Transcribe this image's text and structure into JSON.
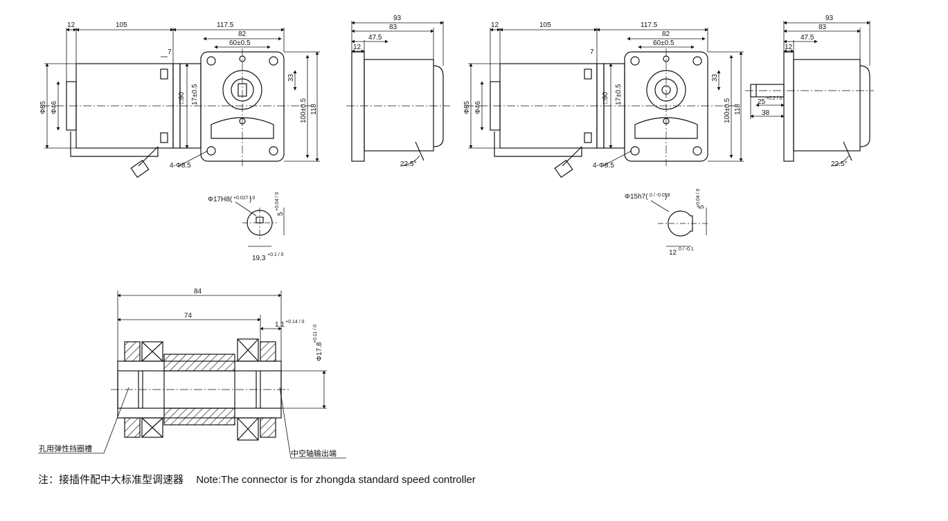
{
  "views": {
    "hollow_front": {
      "d12": "12",
      "d105": "105",
      "d117_5": "117.5",
      "d82": "82",
      "d60": "60±0.5",
      "d7": "7",
      "d90": "□90",
      "d17": "17±0.5",
      "d33": "33",
      "d100": "100±0.5",
      "d118": "118",
      "phi85": "Φ85",
      "phi46": "Φ46",
      "holes": "4-Φ8.5"
    },
    "hollow_side": {
      "d93": "93",
      "d83": "83",
      "d47_5": "47.5",
      "d12": "12",
      "angle": "22.5°"
    },
    "solid_front": {
      "d12": "12",
      "d105": "105",
      "d117_5": "117.5",
      "d82": "82",
      "d60": "60±0.5",
      "d7": "7",
      "d90": "□90",
      "d17": "17±0.5",
      "d33": "33",
      "d100": "100±0.5",
      "d118": "118",
      "phi85": "Φ85",
      "phi46": "Φ46",
      "holes": "4-Φ8.5"
    },
    "solid_side": {
      "d93": "93",
      "d83": "83",
      "d47_5": "47.5",
      "d12": "12",
      "d25": "25",
      "d25_tol": "+0.2 / 0",
      "d38": "38",
      "angle": "22.5°"
    },
    "bore_detail": {
      "phi": "Φ17H8(",
      "phi_tol": "+0.027 / 0",
      "phi_close": ")",
      "key": "5",
      "key_tol": "+0.04 / 0",
      "depth": "19.3",
      "depth_tol": "+0.1 / 0"
    },
    "shaft_detail": {
      "phi": "Φ15h7(",
      "phi_tol": "0 / -0.018",
      "phi_close": ")",
      "key": "5",
      "key_tol": "+0.04 / 0",
      "flat": "12",
      "flat_tol": "0 / -0.1"
    },
    "section": {
      "d84": "84",
      "d74": "74",
      "d1_1": "1.1",
      "d1_1_tol": "+0.14 / 0",
      "phi17_8": "Φ17.8",
      "phi17_8_tol": "+0.11 / 0",
      "label_groove": "孔用弹性挡圈槽",
      "label_hollow_end": "中空轴输出端"
    }
  },
  "note": {
    "cn": "注：接插件配中大标准型调速器",
    "en": "Note:The connector is for zhongda standard speed controller"
  }
}
